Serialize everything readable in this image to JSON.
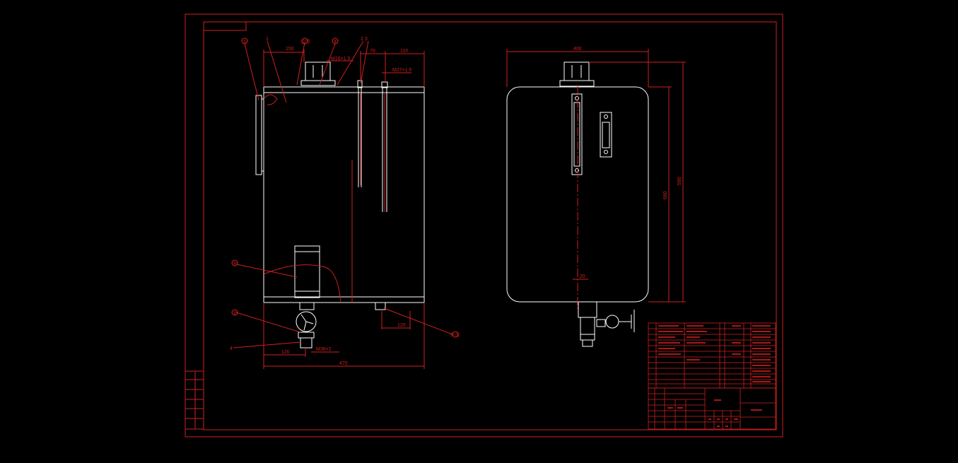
{
  "colors": {
    "background": "#000000",
    "frame": "#d11f1f",
    "object": "#ffffff",
    "dimension": "#d11f1f",
    "text": "#d11f1f"
  },
  "front_view": {
    "balloons": {
      "b1": "①",
      "b2": "②",
      "b4": "4",
      "b5": "⑤",
      "b14": "⑭",
      "b15": "⑮",
      "label_1": "1",
      "label_2_3": "2 3",
      "label_4": "④",
      "label_1213": "⑫⑬"
    },
    "dims": {
      "top_150": "150",
      "top_70": "70",
      "top_110": "110",
      "thread_m16": "M16×1.5",
      "thread_m27": "M27×1.5",
      "bottom_120": "120",
      "bottom_120b": "120",
      "bottom_m36": "M36×2",
      "overall_470": "470"
    }
  },
  "side_view": {
    "dims": {
      "width_400": "400",
      "height_680": "680",
      "height_590": "590",
      "drain_20": "20"
    }
  }
}
